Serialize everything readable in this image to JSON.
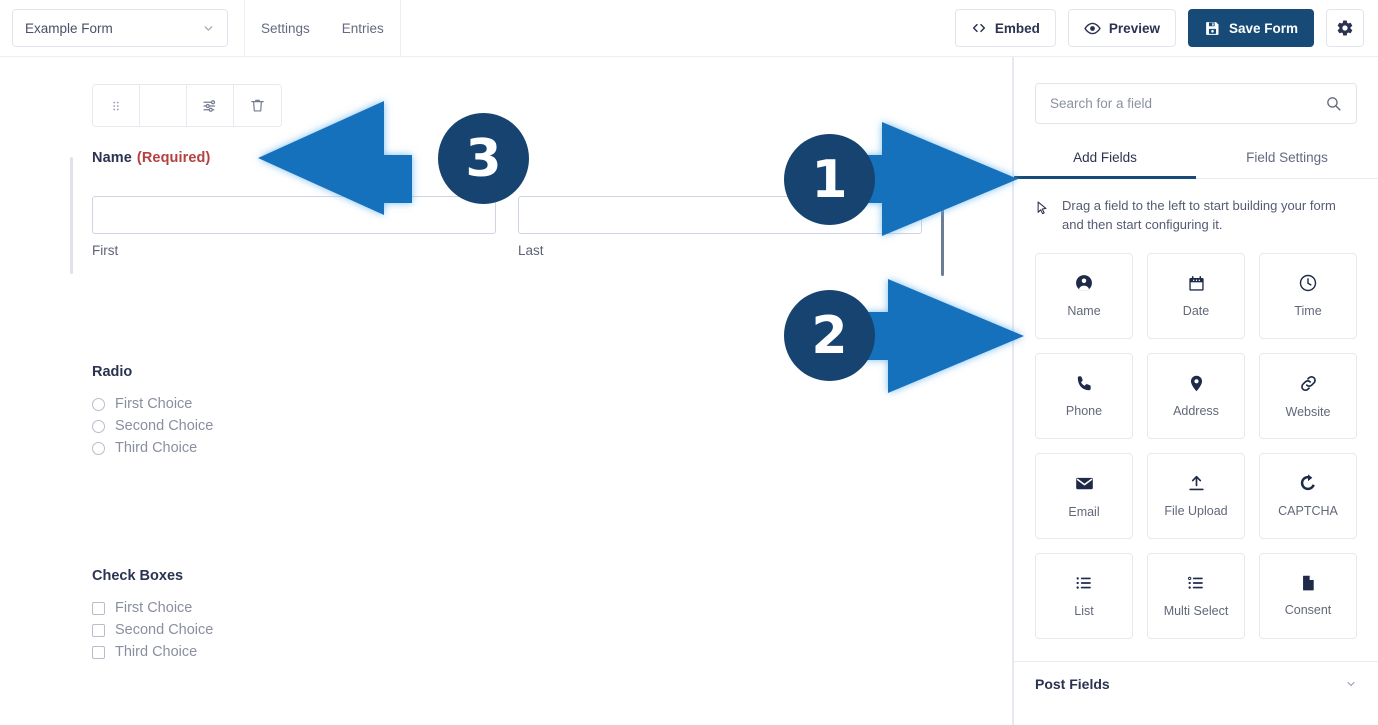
{
  "header": {
    "form_selector": {
      "value": "Example Form",
      "icon": "chevron-down-icon"
    },
    "tabs": [
      {
        "label": "Settings",
        "name": "tab-settings"
      },
      {
        "label": "Entries",
        "name": "tab-entries"
      }
    ],
    "actions": {
      "embed": {
        "label": "Embed",
        "icon": "code-icon"
      },
      "preview": {
        "label": "Preview",
        "icon": "eye-icon"
      },
      "save": {
        "label": "Save Form",
        "icon": "save-disk-icon",
        "color": "#174a77"
      },
      "settings": {
        "icon": "gear-icon"
      }
    }
  },
  "canvas": {
    "field_toolbar": [
      {
        "name": "drag-handle-icon",
        "title": "Drag"
      },
      {
        "name": "duplicate-icon",
        "title": "Duplicate"
      },
      {
        "name": "field-settings-icon",
        "title": "Settings"
      },
      {
        "name": "trash-icon",
        "title": "Delete"
      }
    ],
    "name_field": {
      "label": "Name",
      "required_text": "(Required)",
      "required_color": "#b54040",
      "first": {
        "value": "",
        "sub_label": "First"
      },
      "last": {
        "value": "",
        "sub_label": "Last"
      }
    },
    "radio_field": {
      "title": "Radio",
      "options": [
        "First Choice",
        "Second Choice",
        "Third Choice"
      ]
    },
    "checkbox_field": {
      "title": "Check Boxes",
      "options": [
        "First Choice",
        "Second Choice",
        "Third Choice"
      ]
    }
  },
  "sidebar": {
    "search": {
      "value": "",
      "placeholder": "Search for a field",
      "icon": "search-icon"
    },
    "tabs": [
      {
        "label": "Add Fields",
        "active": true
      },
      {
        "label": "Field Settings",
        "active": false
      }
    ],
    "hint": {
      "icon": "cursor-arrow-icon",
      "text": "Drag a field to the left to start building your form and then start configuring it."
    },
    "fields": [
      {
        "label": "Name",
        "icon": "person-circle-icon"
      },
      {
        "label": "Date",
        "icon": "calendar-icon"
      },
      {
        "label": "Time",
        "icon": "clock-icon"
      },
      {
        "label": "Phone",
        "icon": "phone-icon"
      },
      {
        "label": "Address",
        "icon": "map-pin-icon"
      },
      {
        "label": "Website",
        "icon": "link-icon"
      },
      {
        "label": "Email",
        "icon": "envelope-icon"
      },
      {
        "label": "File Upload",
        "icon": "upload-icon"
      },
      {
        "label": "CAPTCHA",
        "icon": "captcha-refresh-icon"
      },
      {
        "label": "List",
        "icon": "list-icon"
      },
      {
        "label": "Multi Select",
        "icon": "multi-select-icon"
      },
      {
        "label": "Consent",
        "icon": "document-icon"
      }
    ],
    "post_section": {
      "title": "Post Fields",
      "icon": "chevron-down-icon"
    }
  },
  "annotations": {
    "arrow_color": "#1271bd",
    "badge_color": "#16436f",
    "steps": [
      {
        "number": "1",
        "direction": "right"
      },
      {
        "number": "2",
        "direction": "right"
      },
      {
        "number": "3",
        "direction": "left"
      }
    ]
  }
}
